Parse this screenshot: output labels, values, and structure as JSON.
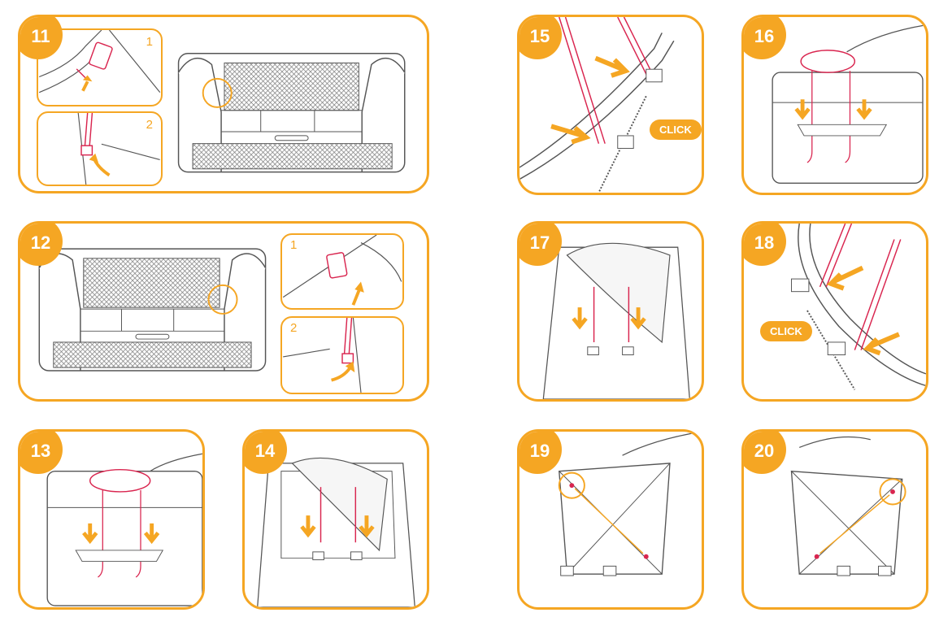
{
  "colors": {
    "accent": "#F5A623",
    "strap": "#D9254F",
    "line": "#555555"
  },
  "steps": {
    "s11": {
      "number": "11",
      "sub1": "1",
      "sub2": "2"
    },
    "s12": {
      "number": "12",
      "sub1": "1",
      "sub2": "2"
    },
    "s13": {
      "number": "13"
    },
    "s14": {
      "number": "14"
    },
    "s15": {
      "number": "15",
      "click": "CLICK"
    },
    "s16": {
      "number": "16"
    },
    "s17": {
      "number": "17"
    },
    "s18": {
      "number": "18",
      "click": "CLICK"
    },
    "s19": {
      "number": "19"
    },
    "s20": {
      "number": "20"
    }
  }
}
